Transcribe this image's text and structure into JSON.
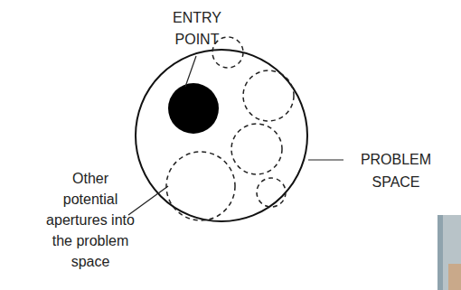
{
  "diagram": {
    "labels": [
      "ENTRY POINT",
      "PROBLEM SPACE",
      "Other potential apertures into the problem space"
    ]
  }
}
